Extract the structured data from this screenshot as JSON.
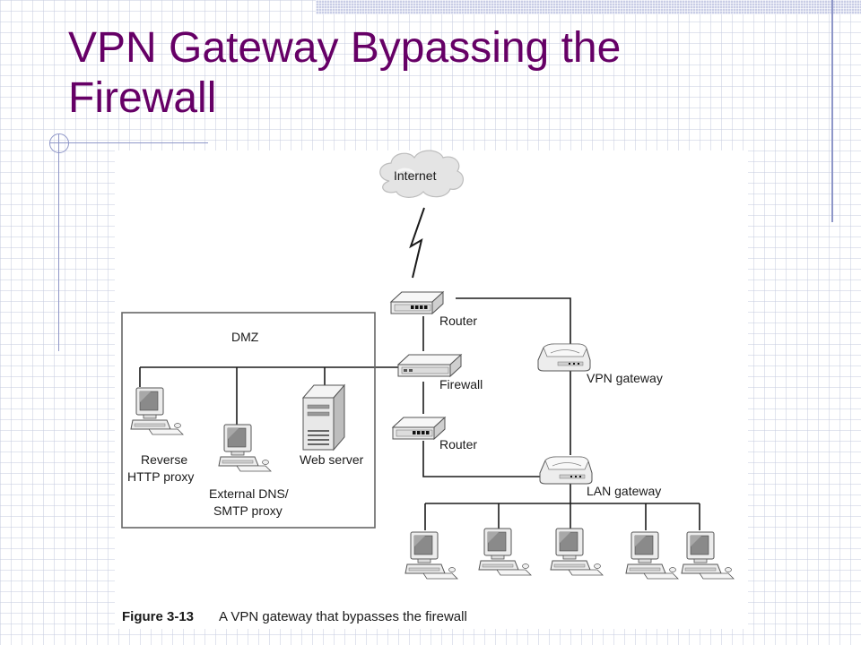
{
  "slide": {
    "title_line1": "VPN Gateway Bypassing the",
    "title_line2": "Firewall"
  },
  "diagram": {
    "labels": {
      "internet": "Internet",
      "router_top": "Router",
      "dmz": "DMZ",
      "firewall": "Firewall",
      "vpn_gateway": "VPN gateway",
      "router_bottom": "Router",
      "lan_gateway": "LAN gateway",
      "web_server": "Web server",
      "reverse_proxy_line1": "Reverse",
      "reverse_proxy_line2": "HTTP proxy",
      "dns_proxy_line1": "External DNS/",
      "dns_proxy_line2": "SMTP proxy"
    },
    "caption": {
      "figure_number": "Figure 3-13",
      "text": "A VPN gateway that bypasses the firewall"
    }
  },
  "colors": {
    "title": "#660066",
    "accent_lines": "#8f97c8"
  }
}
